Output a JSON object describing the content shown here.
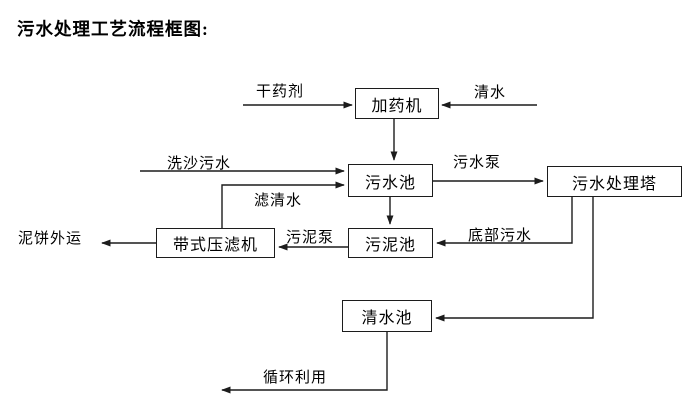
{
  "title": "污水处理工艺流程框图:",
  "nodes": {
    "dosing_machine": "加药机",
    "sewage_pool": "污水池",
    "treatment_tower": "污水处理塔",
    "belt_filter_press": "带式压滤机",
    "sludge_pool": "污泥池",
    "clean_water_pool": "清水池"
  },
  "flow_labels": {
    "dry_chemical": "干药剂",
    "clean_water_in": "清水",
    "sand_washing_sewage": "洗沙污水",
    "sewage_pump": "污水泵",
    "filtered_water": "滤清水",
    "bottom_sewage": "底部污水",
    "sludge_pump": "污泥泵",
    "mud_cake_outbound": "泥饼外运",
    "recycling": "循环利用"
  },
  "edges": [
    {
      "from": "干药剂",
      "to": "加药机",
      "label": "干药剂"
    },
    {
      "from": "清水",
      "to": "加药机",
      "label": "清水"
    },
    {
      "from": "加药机",
      "to": "污水池",
      "label": ""
    },
    {
      "from": "洗沙污水",
      "to": "污水池",
      "label": "洗沙污水"
    },
    {
      "from": "带式压滤机",
      "to": "污水池",
      "label": "滤清水"
    },
    {
      "from": "污水池",
      "to": "污水处理塔",
      "label": "污水泵"
    },
    {
      "from": "污水池",
      "to": "污泥池",
      "label": ""
    },
    {
      "from": "污水处理塔",
      "to": "污泥池",
      "label": "底部污水"
    },
    {
      "from": "污泥池",
      "to": "带式压滤机",
      "label": "污泥泵"
    },
    {
      "from": "带式压滤机",
      "to": "泥饼外运",
      "label": "泥饼外运"
    },
    {
      "from": "污水处理塔",
      "to": "清水池",
      "label": ""
    },
    {
      "from": "清水池",
      "to": "循环利用",
      "label": "循环利用"
    }
  ],
  "colors": {
    "background": "#ffffff",
    "line": "#1c1c1c",
    "box_border": "#1c1c1c",
    "box_fill": "#ffffff",
    "text": "#000000"
  }
}
